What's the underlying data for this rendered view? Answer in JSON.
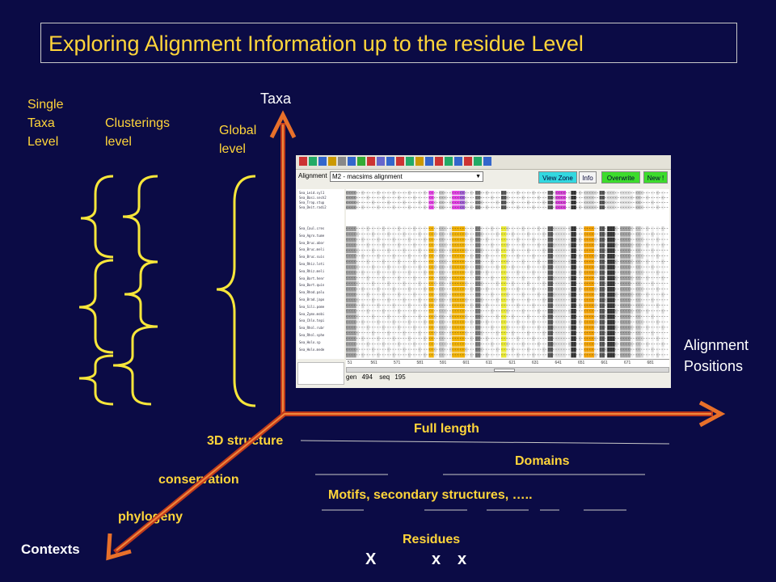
{
  "title": "Exploring Alignment Information up to the residue Level",
  "levels": {
    "single_taxa": [
      "Single",
      "Taxa",
      "Level"
    ],
    "clusterings": [
      "Clusterings",
      "level"
    ],
    "global": [
      "Global",
      "level"
    ]
  },
  "axes": {
    "taxa": "Taxa",
    "alignment_positions": [
      "Alignment",
      "Positions"
    ],
    "contexts": "Contexts"
  },
  "contexts": {
    "structure": "3D structure",
    "conservation": "conservation",
    "phylogeny": "phylogeny"
  },
  "granularity": {
    "full_length": "Full length",
    "domains": "Domains",
    "motifs": "Motifs, secondary structures, …..",
    "residues": "Residues",
    "x_marks": [
      "X",
      "x",
      "x"
    ]
  },
  "screenshot": {
    "alignment_label": "Alignment",
    "alignment_select": "M2 - macsims alignment",
    "buttons": {
      "view_zone": "View Zone",
      "info": "Info",
      "overwrite": "Overwrite",
      "new": "New !"
    },
    "status": {
      "gen_label": "gen",
      "gen_value": "494",
      "seq_label": "seq",
      "seq_value": "195"
    },
    "ruler_ticks": [
      "51",
      "561",
      "571",
      "581",
      "591",
      "601",
      "611",
      "621",
      "631",
      "641",
      "651",
      "661",
      "671",
      "681"
    ],
    "sequence_names": [
      "Sea_Leid.syl1",
      "Sea_Basi.sech2",
      "Sea_Trop.stup",
      "Sea_Deit.radi2",
      "Sea_Caul.cres",
      "Sea_Agro.tume",
      "Sea_Bruc.abor",
      "Sea_Bruc.meli",
      "Sea_Bruc.suis",
      "Sea_Rhiz.loti",
      "Sea_Rhiz.meli",
      "Sea_Bart.henr",
      "Sea_Bart.quin",
      "Sea_Rhod.palu",
      "Sea_Brad.japo",
      "Sea_Sili.pome",
      "Sea_Zymo.mobi",
      "Sea_Chlo.tepi",
      "Sea_Rhol.rubr",
      "Sea_Rhol.sphe",
      "Sea_Holo.sp",
      "Sea_Holo.mede"
    ]
  }
}
